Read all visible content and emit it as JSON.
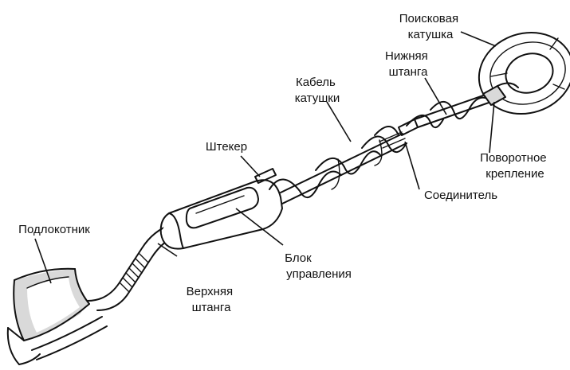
{
  "labels": {
    "search_coil": [
      "Поисковая",
      "катушка"
    ],
    "lower_shaft": [
      "Нижняя",
      "штанга"
    ],
    "coil_cable": [
      "Кабель",
      "катушки"
    ],
    "plug": [
      "Штекер"
    ],
    "swivel_mount": [
      "Поворотное",
      "крепление"
    ],
    "connector": [
      "Соединитель"
    ],
    "armrest": [
      "Подлокотник"
    ],
    "control_unit": [
      "Блок",
      "управления"
    ],
    "upper_shaft": [
      "Верхняя",
      "штанга"
    ]
  },
  "colors": {
    "ink": "#111111",
    "background": "#ffffff",
    "shade": "#d9d9d9"
  }
}
